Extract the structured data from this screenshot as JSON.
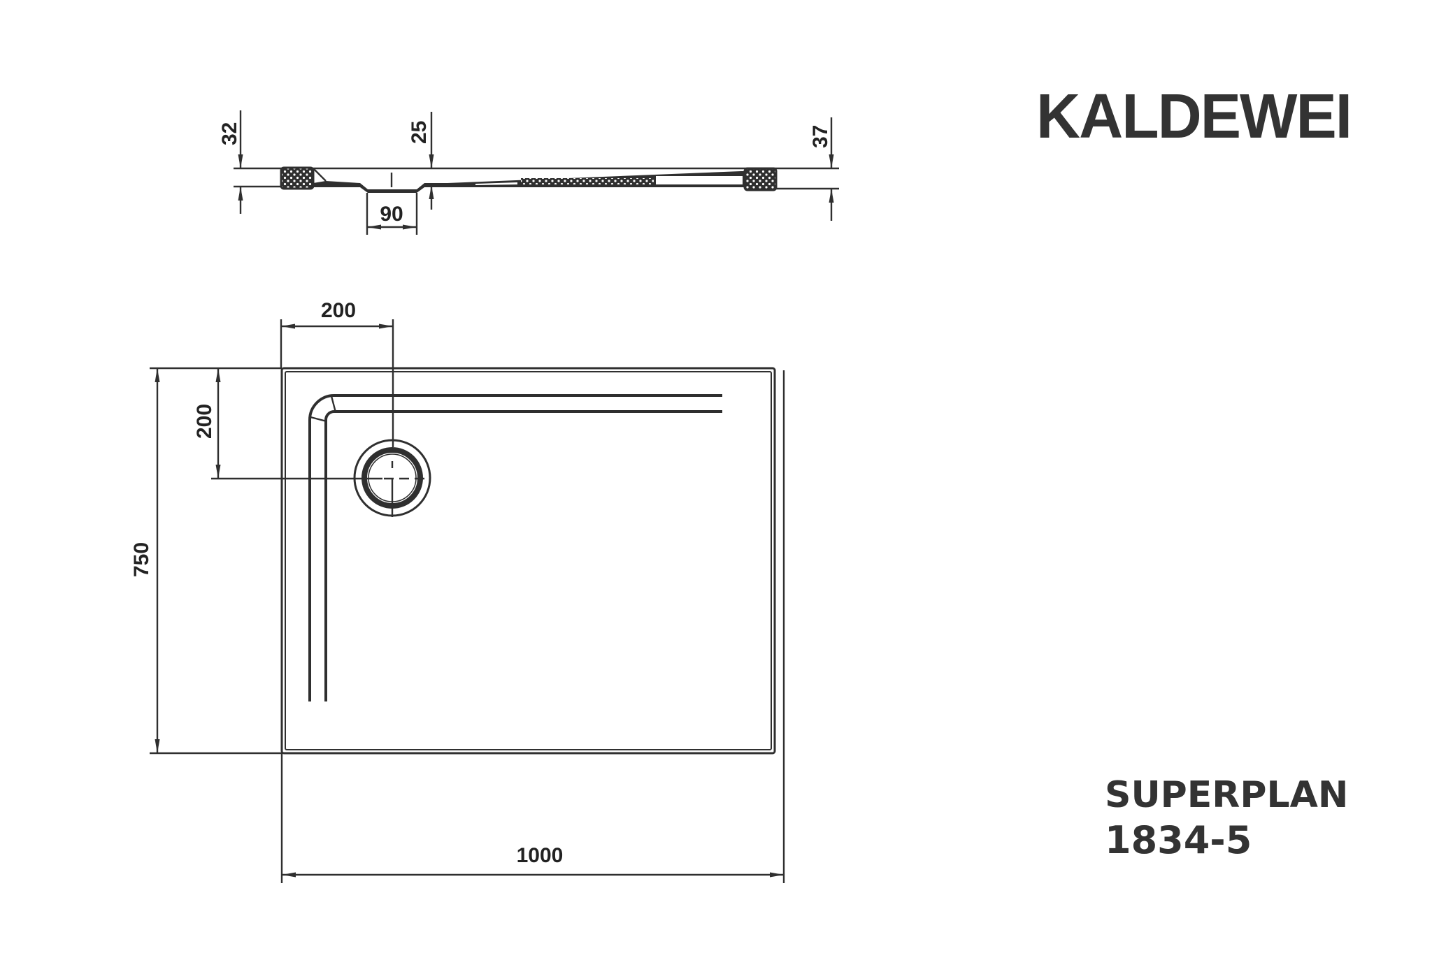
{
  "brand": {
    "logo_text": "KALDEWEI",
    "color": "#333333"
  },
  "product": {
    "name": "SUPERPLAN",
    "code": "1834-5"
  },
  "section_view": {
    "dimensions": {
      "rim_height_left": "32",
      "drain_height": "25",
      "drain_width": "90",
      "rim_height_right": "37"
    }
  },
  "plan_view": {
    "dimensions": {
      "drain_offset_x": "200",
      "drain_offset_y": "200",
      "depth": "750",
      "width": "1000"
    }
  },
  "colors": {
    "line": "#2f2f2f",
    "background": "#ffffff"
  }
}
